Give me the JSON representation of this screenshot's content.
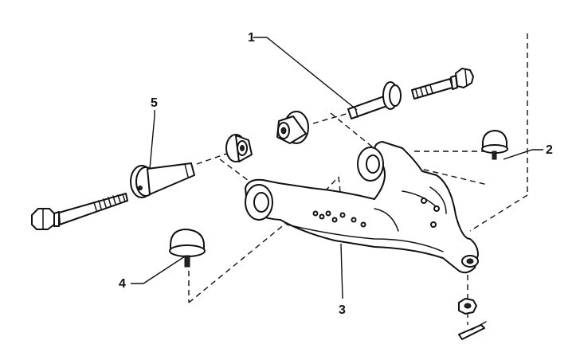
{
  "callouts": [
    {
      "id": "1",
      "text": "1"
    },
    {
      "id": "2",
      "text": "2"
    },
    {
      "id": "3",
      "text": "3"
    },
    {
      "id": "4",
      "text": "4"
    },
    {
      "id": "5",
      "text": "5"
    }
  ],
  "colors": {
    "ink": "#111111",
    "background": "#ffffff"
  }
}
